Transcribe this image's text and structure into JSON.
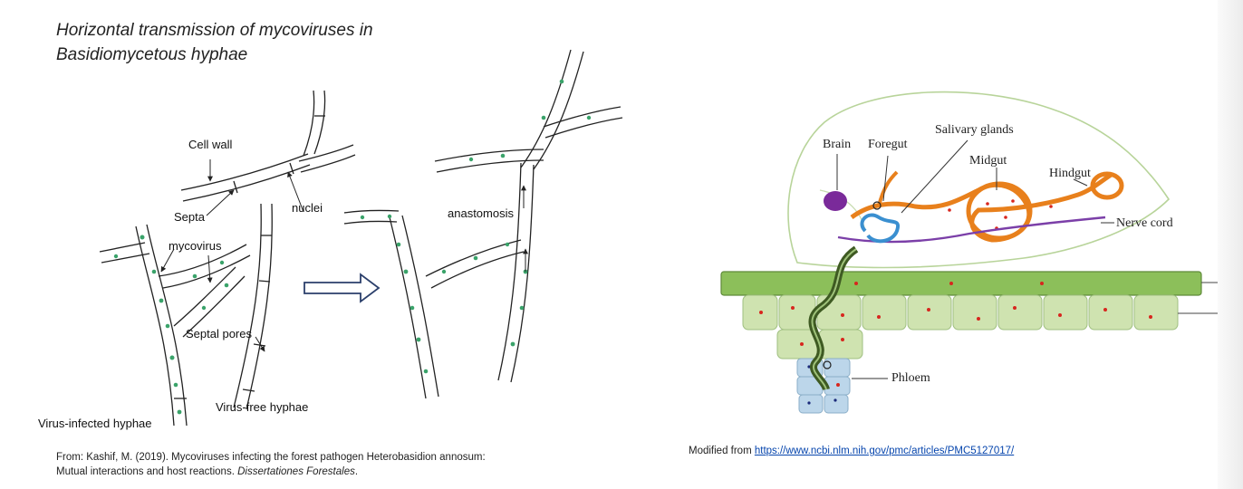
{
  "left": {
    "title_line1": "Horizontal transmission of mycoviruses in",
    "title_line2": "Basidiomycetous hyphae",
    "labels": {
      "cell_wall": "Cell wall",
      "nuclei": "nuclei",
      "septa": "Septa",
      "mycovirus": "mycovirus",
      "septal_pores": "Septal pores",
      "anastomosis": "anastomosis",
      "virus_infected": "Virus-infected hyphae",
      "virus_free": "Virus-free hyphae"
    },
    "caption_line1": "From: Kashif, M. (2019). Mycoviruses infecting the forest pathogen Heterobasidion annosum:",
    "caption_line2_prefix": "Mutual interactions and host reactions. ",
    "caption_journal": "Dissertationes Forestales",
    "caption_suffix": "."
  },
  "right": {
    "labels": {
      "brain": "Brain",
      "foregut": "Foregut",
      "salivary_glands": "Salivary glands",
      "midgut": "Midgut",
      "hindgut": "Hindgut",
      "nerve_cord": "Nerve cord",
      "phloem": "Phloem"
    },
    "caption_prefix": "Modified from ",
    "caption_link": "https://www.ncbi.nlm.nih.gov/pmc/articles/PMC5127017/"
  },
  "colors": {
    "gut": "#e8801c",
    "nerve": "#7b3fa8",
    "brain": "#7a2a9a",
    "salivary": "#3a8fd0",
    "leaf_top": "#8cbf5a",
    "leaf_cell": "#cfe3b0",
    "phloem": "#bcd6ea",
    "virus_dot": "#d8261e",
    "hypha_spore": "#3aa36a",
    "stylet": "#3e5a22"
  }
}
